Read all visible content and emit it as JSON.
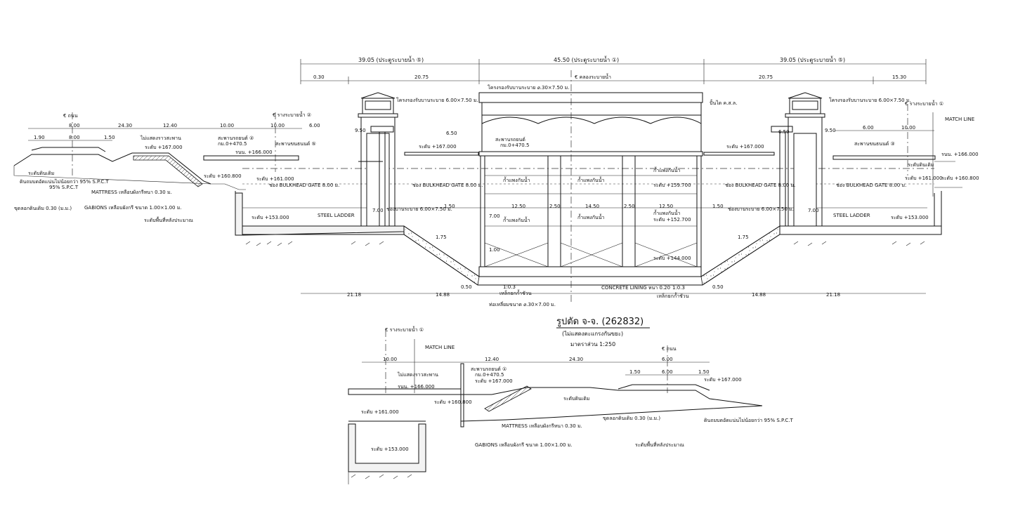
{
  "dims_top": {
    "left_total": "39.05 (ประตูระบายน้ำ ⑤)",
    "center_total": "45.50 (ประตูระบายน้ำ ①)",
    "right_total": "39.05 (ประตูระบายน้ำ ⑤)",
    "left_a": "0.30",
    "left_b": "20.75",
    "right_a": "20.75",
    "right_b": "15.30",
    "left_w1": "1.90",
    "left_w2": "8.00",
    "left_w3": "24.30",
    "left_w4": "12.40",
    "left_w5": "10.00",
    "left_w6": "6.00",
    "left_w7": "1.50",
    "right_w1": "6.00",
    "right_w2": "10.00"
  },
  "labels_top": {
    "cl_road_left": "€ ถนน",
    "cl_canal_2": "€ รางระบายน้ำ ②",
    "cl_center": "€ คลองระบายน้ำ",
    "cl_canal_1_right": "€ รางระบายน้ำ ①",
    "bridge": "โครงรองรับบานระบาย ⌀.30×7.50 ม.",
    "hoist_left": "โครงรองรับบานระบาย 6.00×7.50 ม.",
    "hoist_right": "โครงรองรับบานระบาย 6.00×7.50 ม.",
    "deck_right": "ปั้นได ค.ส.ล.",
    "note_left": "ไม่แสดงราวสะพาน",
    "level_167_left": "ระดับ +167.000",
    "level_167_mid": "ระดับ +167.000",
    "level_167_right": "ระดับ +167.000",
    "bridge_center": "สะพานรถยนต์",
    "bridge_center_km": "กม.0+470.5",
    "bridge_left": "สะพานรถยนต์ ②",
    "bridge_left_km": "กม.0+470.5",
    "walkway_left": "สะพานขนธนนต์ ⑤",
    "walkway_right": "สะพานขนธนนต์ ③",
    "wl_left": "รนน. +166.000",
    "wl_right": "รนน. +166.000",
    "gl_left": "ระดับดินเดิม",
    "gl_right": "ระดับดินเดิม",
    "level_160_left": "ระดับ +160.800",
    "level_160_right": "ระดับ +160.800",
    "level_161_left": "ระดับ +161.000",
    "level_161_right": "ระดับ +161.000",
    "bulkhead_left": "ช่อง BULKHEAD GATE 8.00 ม.",
    "bulkhead_left2": "ช่อง BULKHEAD GATE 8.00 ม.",
    "bulkhead_right": "ช่อง BULKHEAD GATE 8.00 ม.",
    "bulkhead_right2": "ช่อง BULKHEAD GATE 8.00 ม.",
    "steel_ladder_left": "STEEL LADDER",
    "steel_ladder_right": "STEEL LADDER",
    "gate_left": "ช่องบานระบาย 6.00×7.50 ม.",
    "gate_right": "ช่องบานระบาย 6.00×7.50 ม.",
    "level_153_left": "ระดับ +153.000",
    "level_153_right": "ระดับ +153.000",
    "level_159": "ระดับ +159.700",
    "level_152": "ระดับ +152.700",
    "level_144": "ระดับ +144.000",
    "pier_upper_1": "ก้ำแพงกันน้ำ",
    "pier_upper_2": "ก้ำแพงกันน้ำ",
    "pier_upper_3": "ก้ำแพงกันน้ำ",
    "pier_lower_1": "ก้ำแพงกันน้ำ",
    "pier_lower_2": "ก้ำแพงกันน้ำ",
    "pier_lower_3": "ก้ำแพงกันน้ำ",
    "mattress": "MATTRESS เหลือบผังกรีหนา 0.30 ม.",
    "gabions": "GABIONS เหลือบผังกรี ขนาด 1.00×1.00 ม.",
    "slope_protect": "ดินถมบดอัดแน่นไม่น้อยกว่า 95% S.P.C.T",
    "soil_remove": "ขุดลอกดินเดิม 0.30 (ม.ม.)",
    "gl_note": "ระดับพื้นที่หลังประมาณ",
    "concrete": "CONCRETE LINING หนา 0.20",
    "conc_ratio": "1:0.3",
    "conc_ratio_r": "1:0.3",
    "culvert": "ท่อเหลี่ยมขนาด ⌀.30×7.00 ม.",
    "drain_l": "เหล็กยกก้ำชัวน",
    "drain_r": "เหล็กยกก้ำชัวน",
    "d_150_l": "1.50",
    "d_150_r": "1.50",
    "d_1250": "12.50",
    "d_1250_r": "12.50",
    "d_1450": "14.50",
    "d_250_a": "2.50",
    "d_250_b": "2.50",
    "d_700_l": "7.00",
    "d_700_r": "7.00",
    "d_700_c": "7.00",
    "d_175_l": "1.75",
    "d_175_r": "1.75",
    "d_050_l": "0.50",
    "d_050_r": "0.50",
    "d_2118_l": "21.18",
    "d_1488_l": "14.88",
    "d_1488_r": "14.88",
    "d_2118_r": "21.18",
    "d_950_l": "9.50",
    "d_950_r": "9.50",
    "d_650": "6.50",
    "d_650_r": "6.50",
    "d_100": "1.00"
  },
  "title": {
    "main": "รูปตัด จ-จ. (262832)",
    "sub": "(ไม่แสดงตะแกรงกันขยะ)",
    "scale": "มาตราส่วน 1:250"
  },
  "labels_bottom": {
    "cl_canal_1": "€ รางระบายน้ำ ①",
    "match_line": "MATCH LINE",
    "match_line_top": "MATCH LINE",
    "cl_road": "€ ถนน",
    "d_1000": "10.00",
    "d_1240": "12.40",
    "d_2430": "24.30",
    "d_150": "1.50",
    "d_600": "6.00",
    "d_150b": "1.50",
    "note": "ไม่แสดงราวสะพาน",
    "bridge": "สะพานรถยนต์ ①",
    "bridge_km": "กม.0+470.5",
    "level_167": "ระดับ +167.000",
    "level_167_r": "ระดับ +167.000",
    "wl": "รนน. +166.000",
    "level_160": "ระดับ +160.800",
    "level_161": "ระดับ +161.000",
    "level_153": "ระดับ +153.000",
    "gl": "ระดับดินเดิม",
    "mattress": "MATTRESS เหลือบผังกรีหนา 0.30 ม.",
    "gabions": "GABIONS เหลือบผังกรี ขนาด 1.00×1.00 ม.",
    "soil_remove": "ขุดลอกดินเดิม 0.30 (ม.ม.)",
    "fill": "ดินถมบดอัดแน่นไม่น้อยกว่า 95% S.P.C.T",
    "gl_note": "ระดับพื้นที่หลังประมาณ"
  }
}
